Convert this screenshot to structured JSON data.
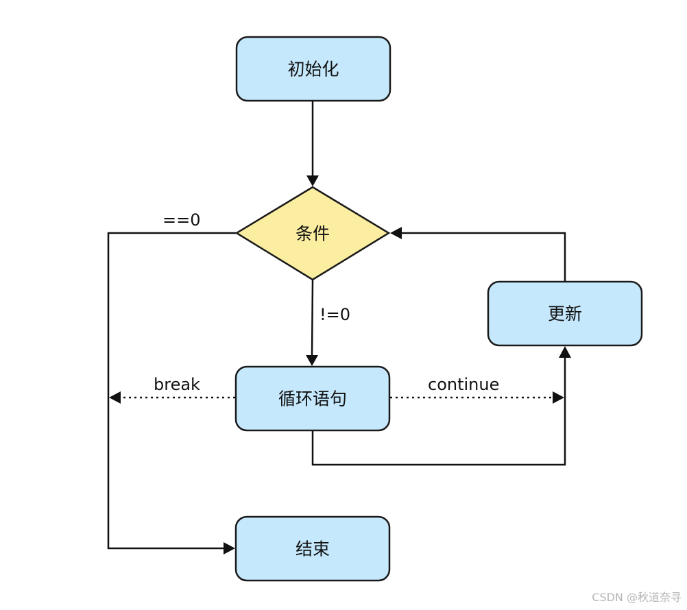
{
  "nodes": {
    "init": "初始化",
    "condition": "条件",
    "update": "更新",
    "loop_body": "循环语句",
    "end": "结束"
  },
  "edges": {
    "eq_zero": "==0",
    "neq_zero": "!=0",
    "break": "break",
    "continue": "continue"
  },
  "watermark": "CSDN @秋道奈寻",
  "colors": {
    "box_fill": "#c5e8fc",
    "diamond_fill": "#fbeea1",
    "stroke": "#1a1a1a"
  }
}
